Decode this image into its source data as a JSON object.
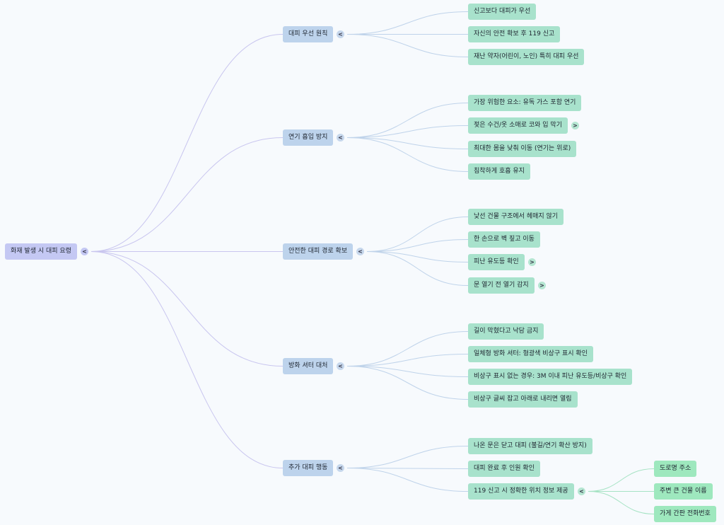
{
  "root": {
    "label": "화재 발생 시 대피 요령",
    "toggle": "<"
  },
  "branches": [
    {
      "label": "대피 우선 원칙",
      "toggle": "<",
      "children": [
        {
          "label": "신고보다 대피가 우선"
        },
        {
          "label": "자신의 안전 확보 후 119 신고"
        },
        {
          "label": "재난 약자(어린이, 노인) 특히 대피 우선"
        }
      ]
    },
    {
      "label": "연기 흡입 방지",
      "toggle": "<",
      "children": [
        {
          "label": "가장 위험한 요소: 유독 가스 포함 연기"
        },
        {
          "label": "젖은 수건/옷 소매로 코와 입 막기",
          "toggle": ">"
        },
        {
          "label": "최대한 몸을 낮춰 이동 (연기는 위로)"
        },
        {
          "label": "침착하게 호흡 유지"
        }
      ]
    },
    {
      "label": "안전한 대피 경로 확보",
      "toggle": "<",
      "children": [
        {
          "label": "낯선 건물 구조에서 헤매지 않기"
        },
        {
          "label": "한 손으로 벽 짚고 이동"
        },
        {
          "label": "피난 유도등 확인",
          "toggle": ">"
        },
        {
          "label": "문 열기 전 열기 감지",
          "toggle": ">"
        }
      ]
    },
    {
      "label": "방화 셔터 대처",
      "toggle": "<",
      "children": [
        {
          "label": "길이 막혔다고 낙담 금지"
        },
        {
          "label": "일체형 방화 셔터: 형광색 비상구 표시 확인"
        },
        {
          "label": "비상구 표시 없는 경우: 3M 이내 피난 유도등/비상구 확인"
        },
        {
          "label": "비상구 글씨 잡고 아래로 내리면 열림"
        }
      ]
    },
    {
      "label": "추가 대피 행동",
      "toggle": "<",
      "children": [
        {
          "label": "나온 문은 닫고 대피 (불길/연기 확산 방지)"
        },
        {
          "label": "대피 완료 후 인원 확인"
        },
        {
          "label": "119 신고 시 정확한 위치 정보 제공",
          "toggle": "<",
          "children": [
            {
              "label": "도로명 주소"
            },
            {
              "label": "주변 큰 건물 이름"
            },
            {
              "label": "가게 간판 전화번호"
            }
          ]
        }
      ]
    }
  ],
  "colors": {
    "background": "#f7fafd",
    "root": "#c4c8f3",
    "branch": "#bdd3ec",
    "leaf": "#a8e2cc",
    "leaf_deep": "#9ee8be",
    "edge_root": "#c9c6ef",
    "edge_branch": "#bfd3ea",
    "edge_deep": "#a6e3c4"
  }
}
